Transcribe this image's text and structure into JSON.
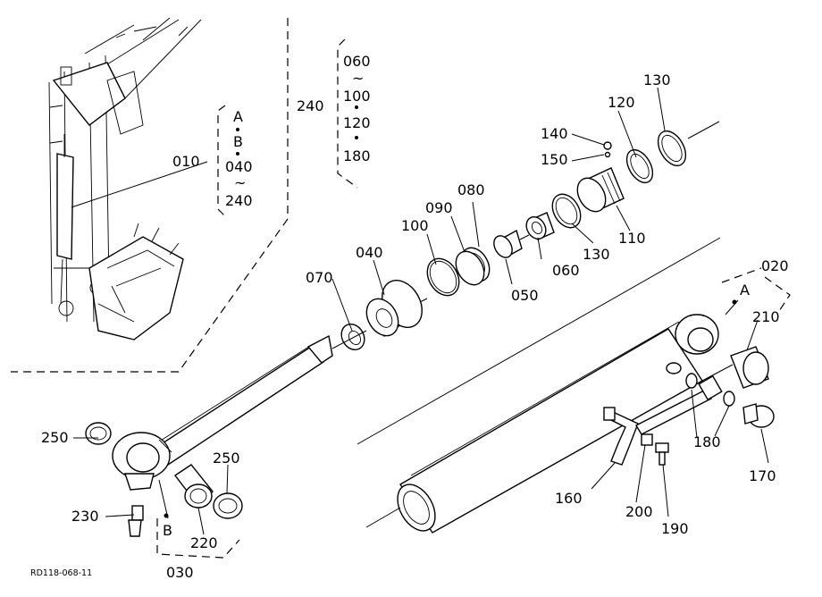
{
  "drawing_code": "RD118-068-11",
  "parts": [
    "010",
    "020",
    "030",
    "040",
    "050",
    "060",
    "070",
    "080",
    "090",
    "100",
    "110",
    "120",
    "130",
    "140",
    "150",
    "160",
    "170",
    "180",
    "190",
    "200",
    "210",
    "220",
    "230",
    "240",
    "250"
  ],
  "callouts": {
    "p010": "010",
    "p020": "020",
    "p030": "030",
    "p040": "040",
    "p050": "050",
    "p060": "060",
    "p070": "070",
    "p080": "080",
    "p090": "090",
    "p100": "100",
    "p110": "110",
    "p120": "120",
    "p130a": "130",
    "p130b": "130",
    "p140": "140",
    "p150": "150",
    "p160": "160",
    "p170": "170",
    "p180": "180",
    "p190": "190",
    "p200": "200",
    "p210": "210",
    "p220": "220",
    "p230": "230",
    "p240": "240",
    "p250a": "250",
    "p250b": "250"
  },
  "group_010": [
    "A",
    "B",
    "040",
    "~",
    "240"
  ],
  "group_240": [
    "060",
    "~",
    "100",
    "120",
    "180"
  ],
  "ref_a": "A",
  "ref_b": "B"
}
